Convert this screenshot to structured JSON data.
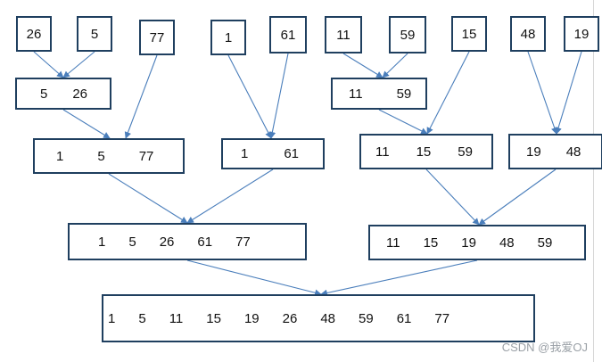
{
  "colors": {
    "box_border": "#1f3f5f",
    "arrow": "#4a7ebb",
    "text": "#111111",
    "watermark": "#9aa0a6"
  },
  "level0": [
    {
      "id": "n26",
      "values": [
        "26"
      ]
    },
    {
      "id": "n5",
      "values": [
        "5"
      ]
    },
    {
      "id": "n77",
      "values": [
        "77"
      ]
    },
    {
      "id": "n1",
      "values": [
        "1"
      ]
    },
    {
      "id": "n61",
      "values": [
        "61"
      ]
    },
    {
      "id": "n11",
      "values": [
        "11"
      ]
    },
    {
      "id": "n59",
      "values": [
        "59"
      ]
    },
    {
      "id": "n15",
      "values": [
        "15"
      ]
    },
    {
      "id": "n48",
      "values": [
        "48"
      ]
    },
    {
      "id": "n19",
      "values": [
        "19"
      ]
    }
  ],
  "level1": [
    {
      "id": "m5_26",
      "values": [
        "5",
        "26"
      ]
    },
    {
      "id": "m11_59",
      "values": [
        "11",
        "59"
      ]
    }
  ],
  "level2": [
    {
      "id": "m1_5_77",
      "values": [
        "1",
        "5",
        "77"
      ]
    },
    {
      "id": "m1_61",
      "values": [
        "1",
        "61"
      ]
    },
    {
      "id": "m11_15_59",
      "values": [
        "11",
        "15",
        "59"
      ]
    },
    {
      "id": "m19_48",
      "values": [
        "19",
        "48"
      ]
    }
  ],
  "level3": [
    {
      "id": "m_left",
      "values": [
        "1",
        "5",
        "26",
        "61",
        "77"
      ]
    },
    {
      "id": "m_right",
      "values": [
        "11",
        "15",
        "19",
        "48",
        "59"
      ]
    }
  ],
  "level4": [
    {
      "id": "m_final",
      "values": [
        "1",
        "5",
        "11",
        "15",
        "19",
        "26",
        "48",
        "59",
        "61",
        "77"
      ]
    }
  ],
  "edges": [
    [
      "n26",
      "m5_26"
    ],
    [
      "n5",
      "m5_26"
    ],
    [
      "n11",
      "m11_59"
    ],
    [
      "n59",
      "m11_59"
    ],
    [
      "m5_26",
      "m1_5_77"
    ],
    [
      "n77",
      "m1_5_77"
    ],
    [
      "n1",
      "m1_61"
    ],
    [
      "n61",
      "m1_61"
    ],
    [
      "m11_59",
      "m11_15_59"
    ],
    [
      "n15",
      "m11_15_59"
    ],
    [
      "n48",
      "m19_48"
    ],
    [
      "n19",
      "m19_48"
    ],
    [
      "m1_5_77",
      "m_left"
    ],
    [
      "m1_61",
      "m_left"
    ],
    [
      "m11_15_59",
      "m_right"
    ],
    [
      "m19_48",
      "m_right"
    ],
    [
      "m_left",
      "m_final"
    ],
    [
      "m_right",
      "m_final"
    ]
  ],
  "watermark": "CSDN @我爱OJ"
}
